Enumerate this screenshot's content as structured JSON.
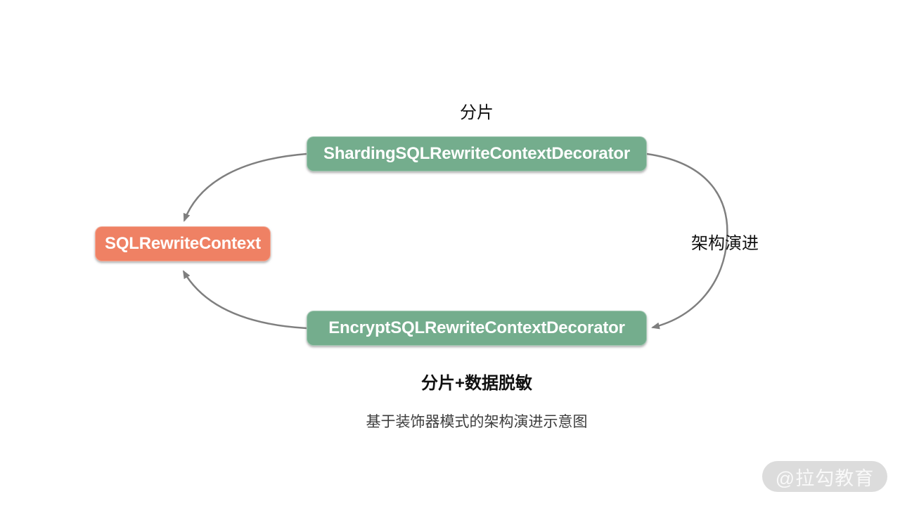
{
  "diagram": {
    "caption": "基于装饰器模式的架构演进示意图",
    "arrow_color": "#7f7f7f",
    "nodes": [
      {
        "id": "sql-rewrite-context",
        "label": "SQLRewriteContext",
        "fill": "#ef8164",
        "annotation": ""
      },
      {
        "id": "sharding-decorator",
        "label": "ShardingSQLRewriteContextDecorator",
        "fill": "#74ad8d",
        "annotation": "分片"
      },
      {
        "id": "encrypt-decorator",
        "label": "EncryptSQLRewriteContextDecorator",
        "fill": "#74ad8d",
        "annotation": "分片+数据脱敏"
      }
    ],
    "edges": [
      {
        "from": "sharding-decorator",
        "to": "sql-rewrite-context",
        "label": ""
      },
      {
        "from": "encrypt-decorator",
        "to": "sql-rewrite-context",
        "label": ""
      },
      {
        "from": "sharding-decorator",
        "to": "encrypt-decorator",
        "label": "架构演进"
      }
    ]
  },
  "watermark": {
    "text": "@拉勾教育"
  }
}
